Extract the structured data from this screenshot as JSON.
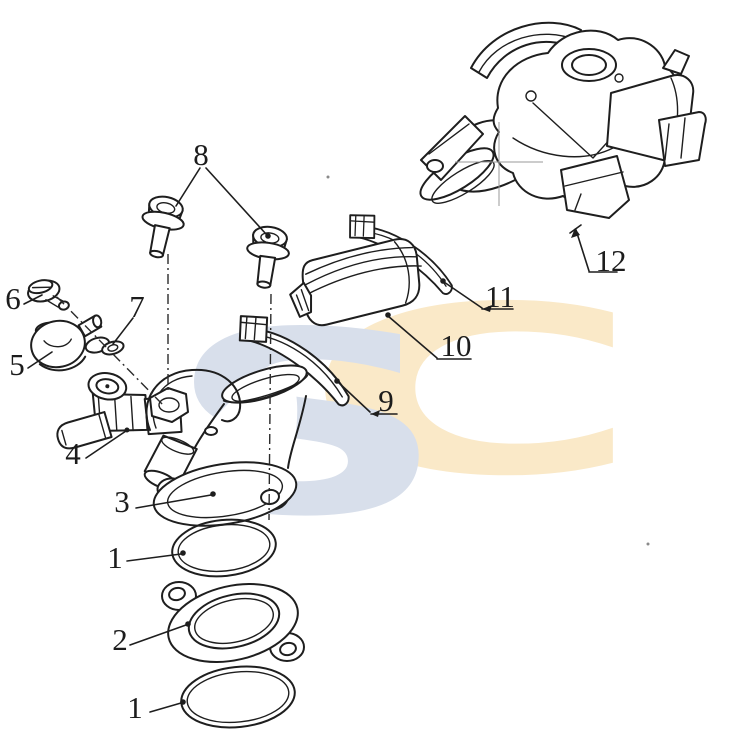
{
  "diagram": {
    "kind": "exploded-parts-diagram",
    "background_color": "#ffffff",
    "line_color": "#1e1e1e",
    "watermark": {
      "letters": [
        "S",
        "C"
      ],
      "s_color": "#d8dfeb",
      "c_color": "#fae9c8"
    },
    "part_labels": [
      {
        "id": "part-8",
        "text": "8"
      },
      {
        "id": "part-6",
        "text": "6"
      },
      {
        "id": "part-7",
        "text": "7"
      },
      {
        "id": "part-5",
        "text": "5"
      },
      {
        "id": "part-4",
        "text": "4"
      },
      {
        "id": "part-3",
        "text": "3"
      },
      {
        "id": "part-1-upper",
        "text": "1"
      },
      {
        "id": "part-2",
        "text": "2"
      },
      {
        "id": "part-1-lower",
        "text": "1"
      },
      {
        "id": "part-9",
        "text": "9"
      },
      {
        "id": "part-10",
        "text": "10"
      },
      {
        "id": "part-11",
        "text": "11"
      },
      {
        "id": "part-12",
        "text": "12"
      }
    ]
  }
}
